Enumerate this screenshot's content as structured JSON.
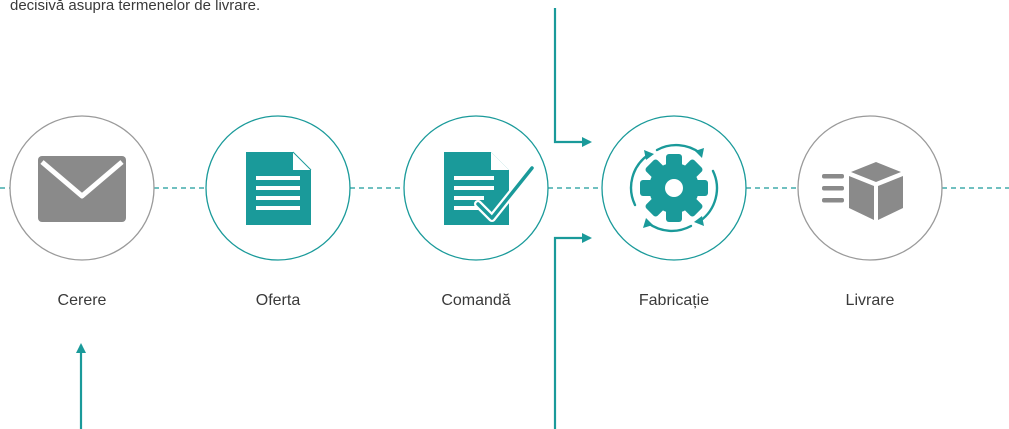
{
  "intro_text": "decisivă asupra termenelor de livrare.",
  "steps": [
    {
      "label": "Cerere",
      "icon": "envelope-icon",
      "color": "#8a8a8a"
    },
    {
      "label": "Oferta",
      "icon": "document-icon",
      "color": "#1a9a9a"
    },
    {
      "label": "Comandă",
      "icon": "document-check-icon",
      "color": "#1a9a9a"
    },
    {
      "label": "Fabricație",
      "icon": "gear-cycle-icon",
      "color": "#1a9a9a"
    },
    {
      "label": "Livrare",
      "icon": "shipping-box-icon",
      "color": "#8a8a8a"
    }
  ],
  "colors": {
    "accent": "#1a9a9a",
    "neutral": "#8a8a8a",
    "circle_border_teal": "#1a9a9a",
    "circle_border_gray": "#9a9a9a",
    "text": "#3a3a3a"
  }
}
